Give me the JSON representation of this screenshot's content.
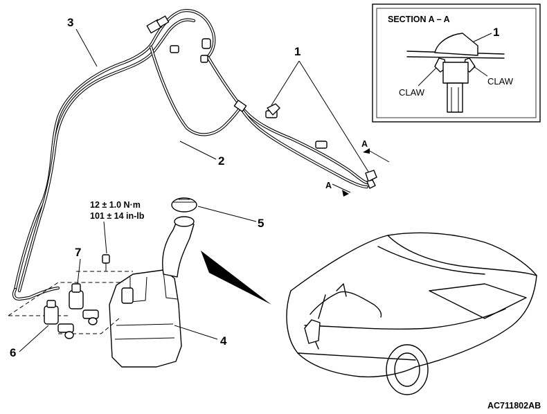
{
  "callouts": {
    "nozzle": "1",
    "hose_long": "2",
    "hose_upper": "3",
    "tank": "4",
    "cap": "5",
    "pump_front": "6",
    "pump_rear": "7"
  },
  "torque": {
    "metric": "12 ± 1.0 N·m",
    "imperial": "101 ± 14 in-lb"
  },
  "section_a": "A",
  "inset": {
    "title": "SECTION A – A",
    "callout": "1",
    "claw_left": "CLAW",
    "claw_right": "CLAW"
  },
  "figure_code": "AC711802AB"
}
